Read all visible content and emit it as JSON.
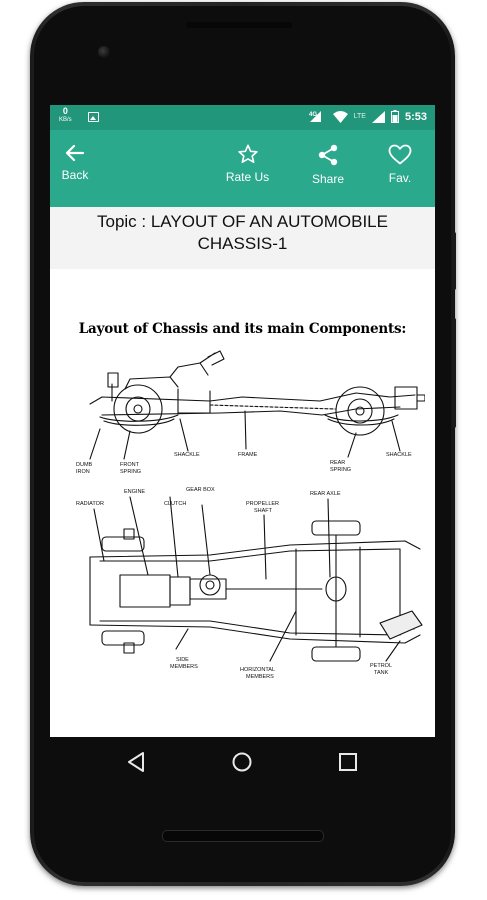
{
  "status_bar": {
    "speed_value": "0",
    "speed_unit": "KB/s",
    "network": "4G",
    "network_secondary": "LTE",
    "time": "5:53"
  },
  "toolbar": {
    "back_label": "Back",
    "rate_label": "Rate Us",
    "share_label": "Share",
    "fav_label": "Fav."
  },
  "topic": {
    "line1": "Topic : LAYOUT OF AN AUTOMOBILE",
    "line2": "CHASSIS-1"
  },
  "content": {
    "heading": "Layout of Chassis and its main Components:"
  },
  "diagram_labels": {
    "top": {
      "dumb_iron_1": "DUMB",
      "dumb_iron_2": "IRON",
      "front_spring_1": "FRONT",
      "front_spring_2": "SPRING",
      "shackle_front": "SHACKLE",
      "frame": "FRAME",
      "rear_spring_1": "REAR",
      "rear_spring_2": "SPRING",
      "shackle_rear": "SHACKLE"
    },
    "bottom": {
      "engine": "ENGINE",
      "gear_box": "GEAR BOX",
      "radiator": "RADIATOR",
      "clutch": "CLUTCH",
      "propeller_1": "PROPELLER",
      "propeller_2": "SHAFT",
      "rear_axle": "REAR AXLE",
      "side_members_1": "SIDE",
      "side_members_2": "MEMBERS",
      "horizontal_1": "HORIZONTAL",
      "horizontal_2": "MEMBERS",
      "petrol_tank_1": "PETROL",
      "petrol_tank_2": "TANK"
    }
  },
  "colors": {
    "status_bar": "#21967a",
    "toolbar": "#2aa98d",
    "topic_bg": "#f3f3f3"
  }
}
